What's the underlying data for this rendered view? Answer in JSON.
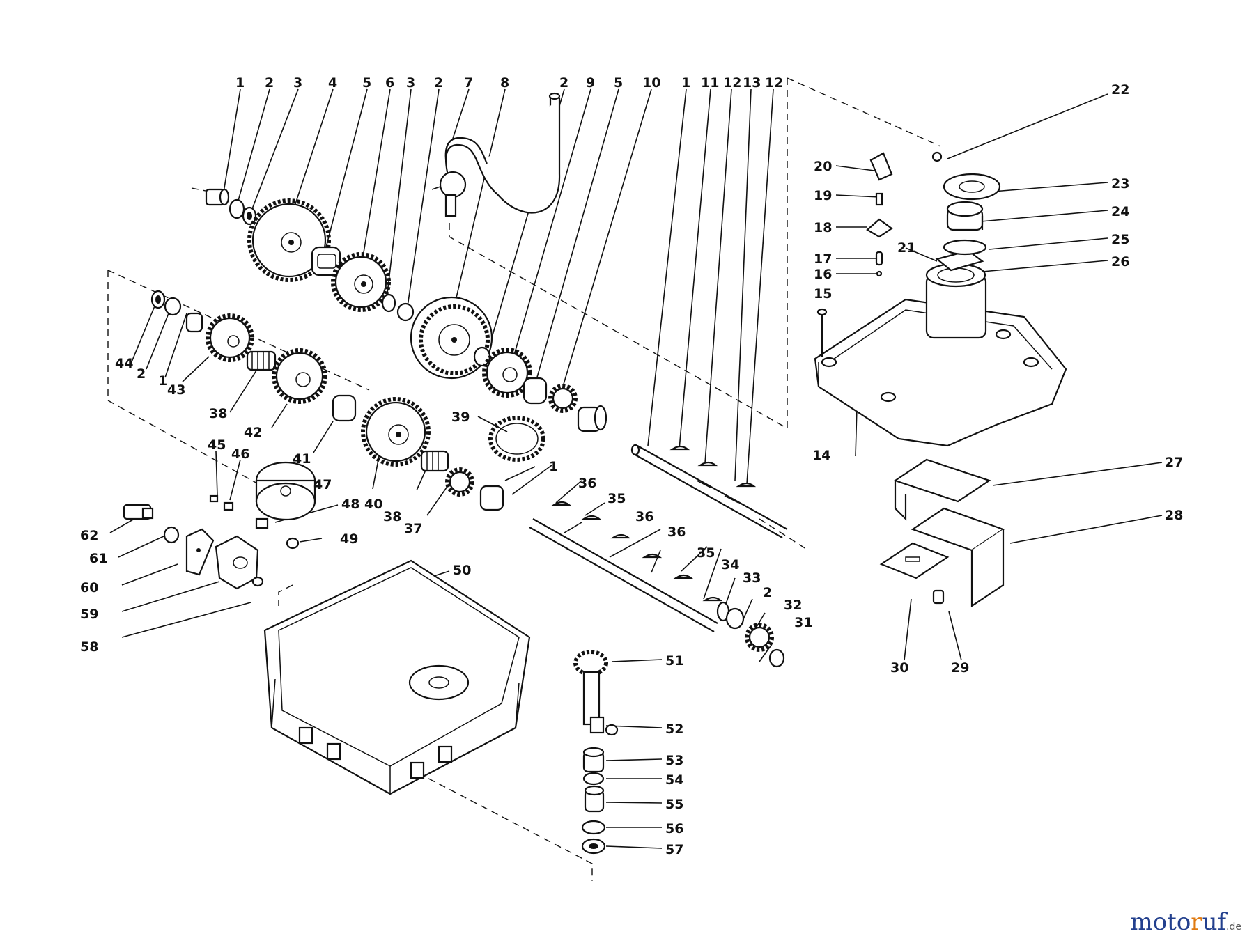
{
  "watermark": {
    "part1": "moto",
    "part2": "r",
    "part3": "uf",
    "tld": ".de"
  },
  "top_callouts": [
    "1",
    "2",
    "3",
    "4",
    "5",
    "6",
    "3",
    "2",
    "7",
    "8",
    "2",
    "9",
    "5",
    "10",
    "1",
    "11",
    "12",
    "13",
    "12"
  ],
  "right_callouts": [
    "22",
    "20",
    "23",
    "19",
    "24",
    "18",
    "25",
    "21",
    "17",
    "26",
    "16",
    "15",
    "14",
    "27",
    "28",
    "30",
    "29"
  ],
  "left_callouts": [
    "44",
    "2",
    "1",
    "43",
    "38",
    "42",
    "41",
    "40",
    "38",
    "37",
    "39",
    "45",
    "46",
    "47",
    "48",
    "62",
    "61",
    "60",
    "59",
    "58",
    "49",
    "50"
  ],
  "shaft_callouts": [
    "1",
    "36",
    "35",
    "36",
    "36",
    "35",
    "34",
    "33",
    "2",
    "32",
    "31",
    "51",
    "52",
    "53",
    "54",
    "55",
    "56",
    "57"
  ],
  "colors": {
    "ink": "#111111",
    "brand_blue": "#23408e",
    "brand_orange": "#e07a10"
  }
}
